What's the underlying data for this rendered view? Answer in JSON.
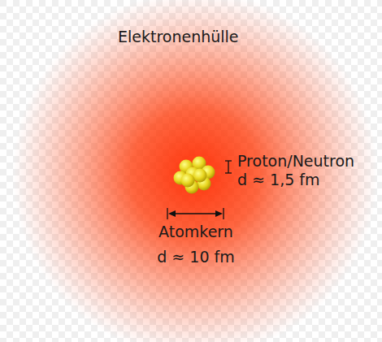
{
  "diagram": {
    "labels": [
      "Elektronenhülle",
      "Proton/Neutron",
      "d ≈ 1,5 fm",
      "Atomkern",
      "d ≈ 10 fm"
    ]
  }
}
